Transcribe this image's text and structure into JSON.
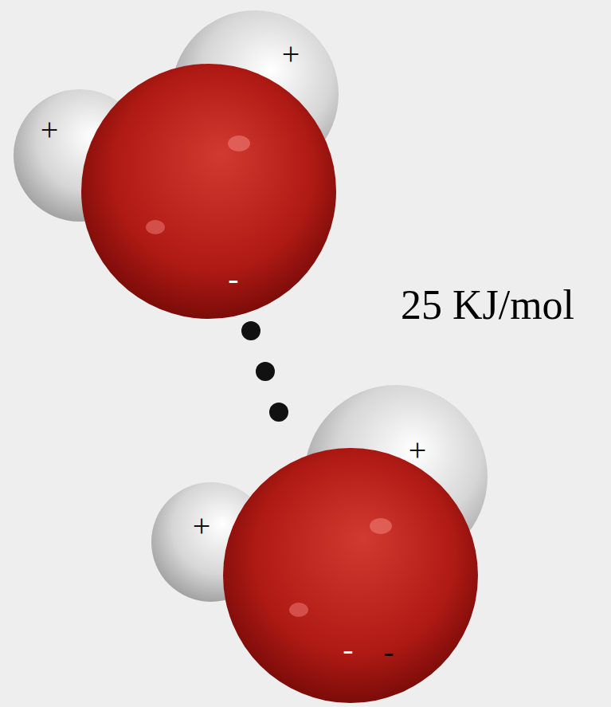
{
  "diagram": {
    "labels": [
      "+",
      "+",
      "-",
      "25 KJ/mol",
      "+",
      "+",
      "-",
      "-"
    ]
  }
}
